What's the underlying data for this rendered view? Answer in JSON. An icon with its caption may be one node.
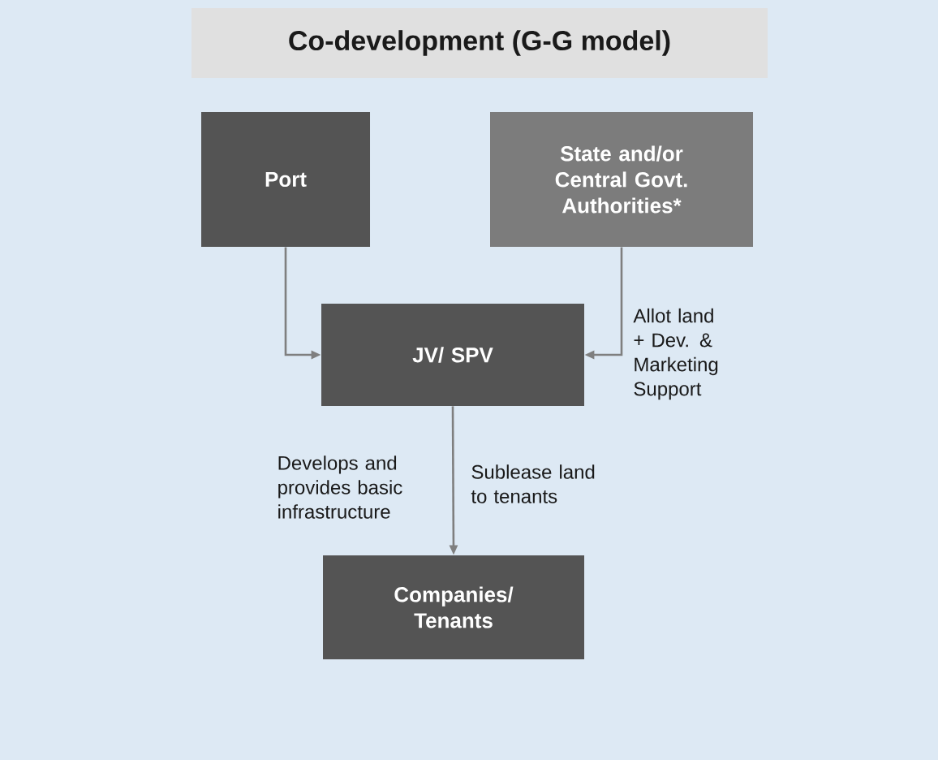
{
  "diagram": {
    "title": "Co-development (G-G model)",
    "nodes": [
      {
        "text": [
          "Port"
        ]
      },
      {
        "text": [
          "State and/or Central Govt. Authorities*"
        ]
      },
      {
        "text": [
          "JV/ SPV"
        ]
      },
      {
        "text": [
          "Companies/ Tenants"
        ]
      }
    ],
    "edges": [
      {
        "from": 0,
        "to": 2,
        "arrow": "to"
      },
      {
        "from": 1,
        "to": 2,
        "arrow": "to",
        "label": "Allot land + Dev. & Marketing Support"
      },
      {
        "from": 2,
        "to": 3,
        "arrow": "to",
        "label": "Sublease land to tenants"
      }
    ],
    "labels": [
      "Develops and provides basic infrastructure"
    ]
  }
}
